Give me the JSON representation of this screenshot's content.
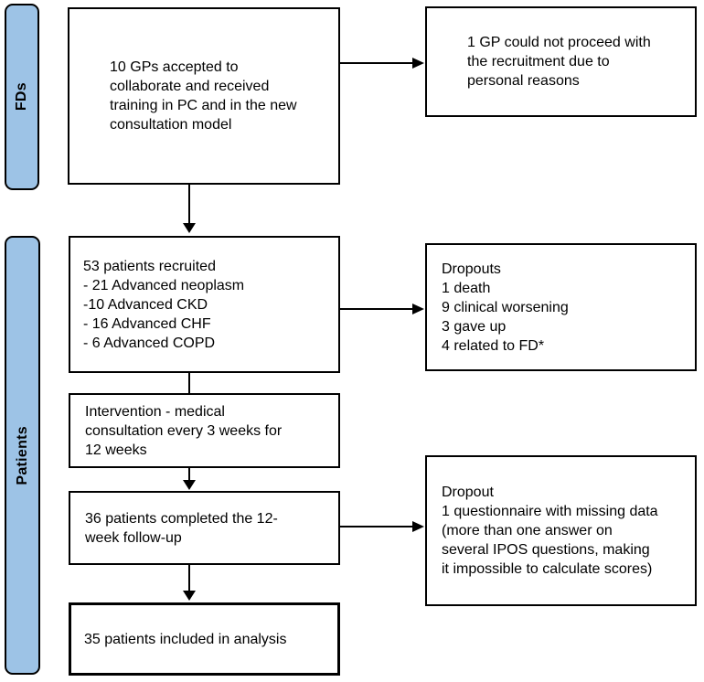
{
  "lanes": {
    "fds": {
      "label": "FDs"
    },
    "patients": {
      "label": "Patients"
    }
  },
  "boxes": {
    "gps_accepted": {
      "text": "10 GPs accepted to\ncollaborate and received\ntraining in PC and in the new\nconsultation model"
    },
    "gp_dropout": {
      "text": "1 GP could not proceed with\nthe recruitment due to\npersonal reasons"
    },
    "patients_recruited": {
      "text": "53 patients recruited\n- 21 Advanced neoplasm\n-10 Advanced CKD\n- 16 Advanced CHF\n- 6 Advanced COPD"
    },
    "dropouts": {
      "text": "Dropouts\n1 death\n9 clinical worsening\n3 gave up\n4 related to FD*"
    },
    "intervention": {
      "text": "Intervention - medical\nconsultation every 3 weeks for\n12 weeks"
    },
    "completed_followup": {
      "text": "36 patients completed the 12-\nweek follow-up"
    },
    "dropout_questionnaire": {
      "text": "Dropout\n1 questionnaire with missing data\n(more than one answer on\nseveral IPOS questions, making\nit impossible to calculate scores)"
    },
    "included_analysis": {
      "text": "35 patients included in analysis"
    }
  },
  "colors": {
    "lane_fill": "#9DC3E6",
    "box_fill": "#FFFFFF",
    "line": "#000000"
  }
}
